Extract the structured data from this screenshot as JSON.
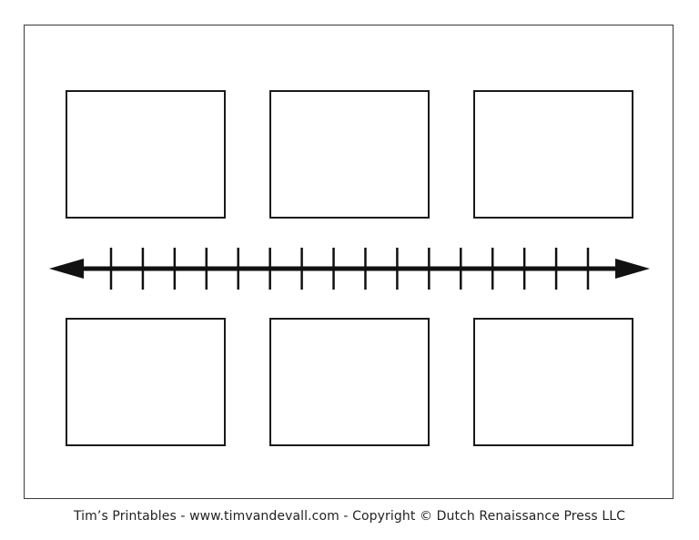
{
  "footer": {
    "text": "Tim’s Printables - www.timvandevall.com  - Copyright © Dutch Renaissance Press LLC"
  },
  "timeline": {
    "tick_count": 16,
    "top_row_boxes": 3,
    "bottom_row_boxes": 3,
    "color": "#111111"
  }
}
